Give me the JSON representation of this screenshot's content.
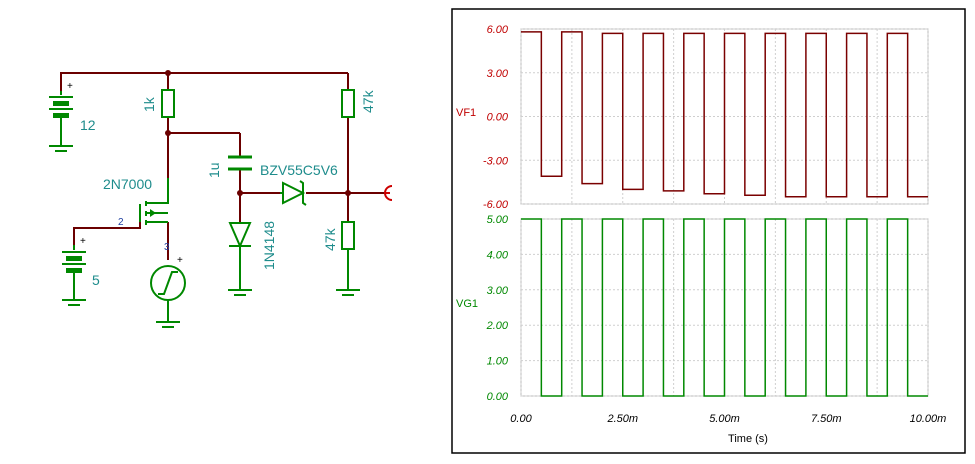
{
  "schematic": {
    "battery1_value": "12",
    "battery2_value": "5",
    "r1_label": "1k",
    "r2_label": "47k",
    "r3_label": "47k",
    "c1_label": "1u",
    "zener_label": "BZV55C5V6",
    "diode_label": "1N4148",
    "mosfet_label": "2N7000",
    "pin_gate": "2",
    "pin_source": "3",
    "plus": "+",
    "wire_color": "#6b0000",
    "component_color": "#008800",
    "label_color": "#1e8c8c"
  },
  "chart_data": [
    {
      "type": "line",
      "series": [
        {
          "name": "VF1",
          "color": "#7a0000"
        }
      ],
      "ylabel": "VF1",
      "ylim": [
        -6,
        6
      ],
      "yticks": [
        "6.00",
        "3.00",
        "0.00",
        "-3.00",
        "-6.00"
      ],
      "xlim": [
        0,
        10
      ],
      "period_ms": 1.0,
      "high_ms": 0.5,
      "high_values": [
        5.8,
        5.8,
        5.7,
        5.7,
        5.7,
        5.7,
        5.7,
        5.7,
        5.7,
        5.7
      ],
      "low_values": [
        -4.1,
        -4.6,
        -5.0,
        -5.1,
        -5.3,
        -5.4,
        -5.5,
        -5.5,
        -5.5,
        -5.5
      ],
      "grid": true
    },
    {
      "type": "line",
      "series": [
        {
          "name": "VG1",
          "color": "#008800"
        }
      ],
      "ylabel": "VG1",
      "ylim": [
        0,
        5
      ],
      "yticks": [
        "5.00",
        "4.00",
        "3.00",
        "2.00",
        "1.00",
        "0.00"
      ],
      "xlim": [
        0,
        10
      ],
      "xticks": [
        "0.00",
        "2.50m",
        "5.00m",
        "7.50m",
        "10.00m"
      ],
      "xlabel": "Time (s)",
      "period_ms": 1.0,
      "high_ms": 0.5,
      "high_value": 5.0,
      "low_value": 0.0,
      "grid": true
    }
  ]
}
